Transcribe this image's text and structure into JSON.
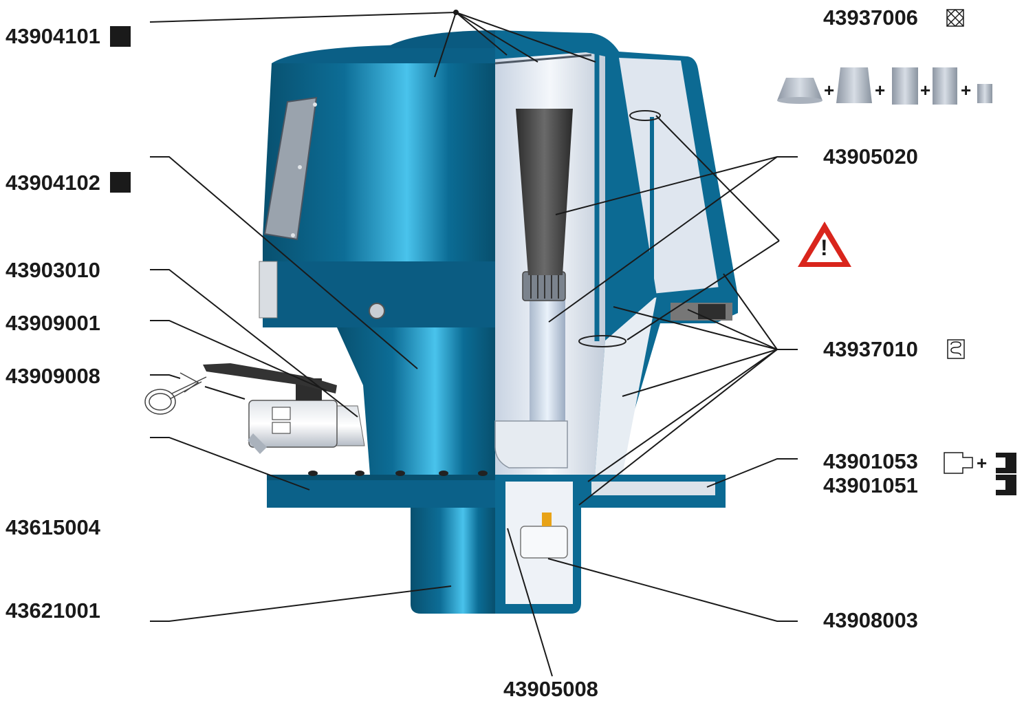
{
  "labels": {
    "43904101": "43904101",
    "43904102": "43904102",
    "43903010": "43903010",
    "43909001": "43909001",
    "43909008": "43909008",
    "43615004": "43615004",
    "43621001": "43621001",
    "43905008": "43905008",
    "43908003": "43908003",
    "43937006": "43937006",
    "43905020": "43905020",
    "43937010": "43937010",
    "43901053": "43901053",
    "43901051": "43901051"
  },
  "symbols": {
    "plus": "+",
    "warning_mark": "!"
  },
  "icons": {
    "black_square": "black-square-icon",
    "crossed_box": "crossed-box-icon",
    "filter_element": "filter-element-icon",
    "warning": "warning-triangle-icon",
    "seal_kit": "seal-kit-icon",
    "clip": "clip-icon"
  },
  "colors": {
    "housing_blue": "#0a6a93",
    "housing_highlight": "#3fb6e0",
    "warning_red": "#d9251c",
    "leader_line": "#1a1a1a"
  }
}
